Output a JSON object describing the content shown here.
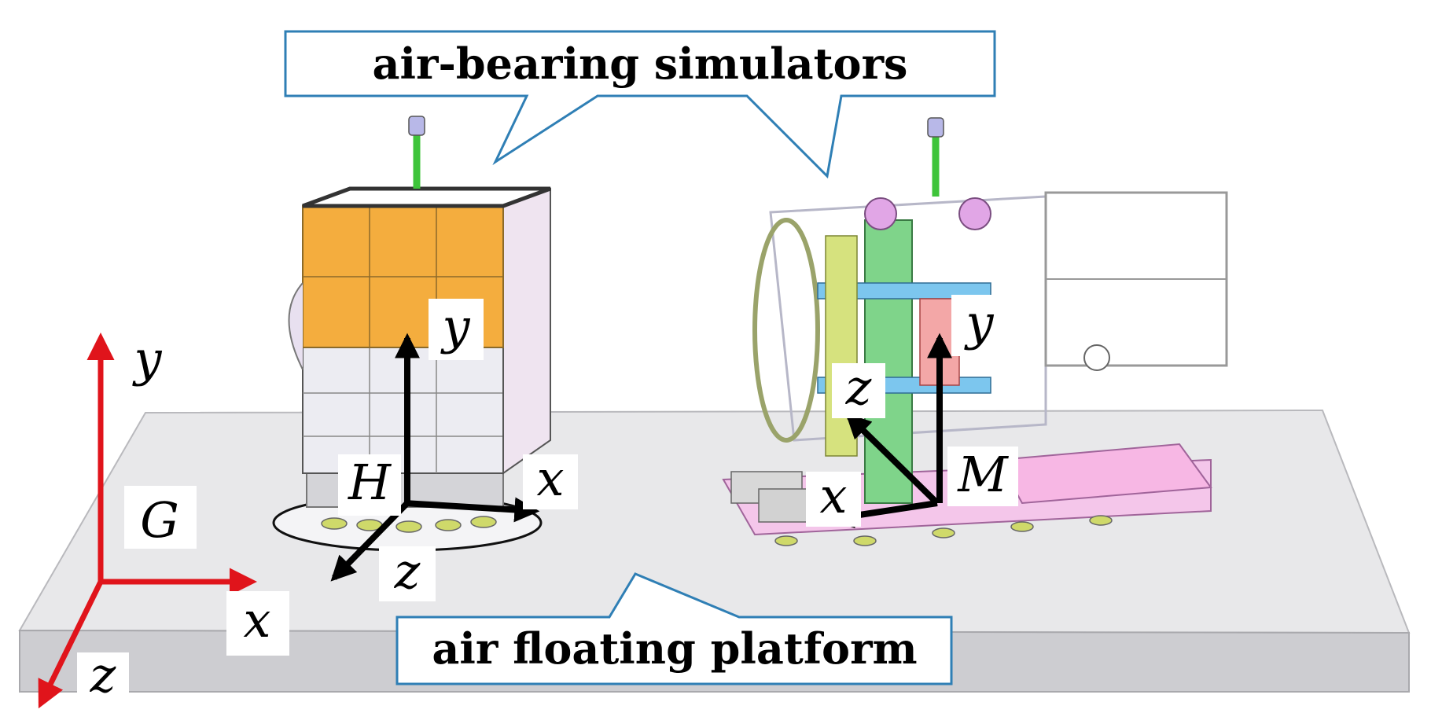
{
  "callouts": {
    "simulators": "air-bearing simulators",
    "platform": "air floating platform"
  },
  "frames": {
    "ground": {
      "origin": "G",
      "x": "x",
      "y": "y",
      "z": "z",
      "color": "#e0141b"
    },
    "simulator_h": {
      "origin": "H",
      "x": "x",
      "y": "y",
      "z": "z",
      "color": "#000000"
    },
    "simulator_m": {
      "origin": "M",
      "x": "x",
      "y": "y",
      "z": "z",
      "color": "#000000"
    }
  },
  "colors": {
    "callout_border": "#2f7fb5",
    "platform_top": "#e8e8ea",
    "platform_side": "#cfcfd2",
    "panel_orange": "#f4ad3e",
    "pink_frame": "#f08fd0",
    "green_rod": "#3ec43a"
  }
}
